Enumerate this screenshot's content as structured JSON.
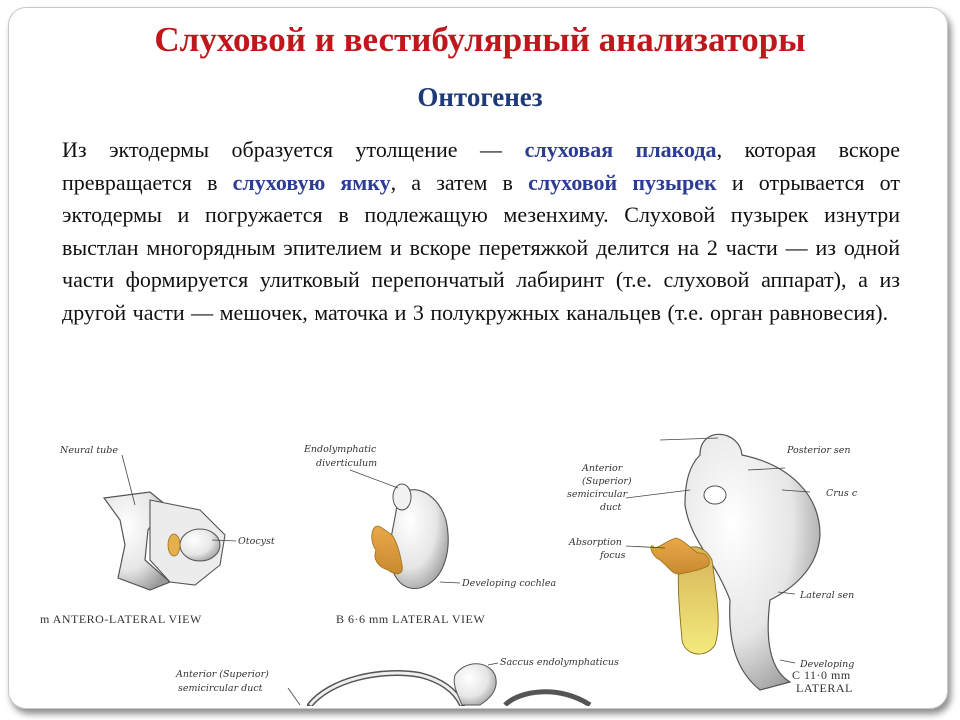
{
  "slide": {
    "title": "Слуховой и вестибулярный анализаторы",
    "subtitle": "Онтогенез",
    "paragraph": {
      "p1": "Из эктодермы образуется утолщение — ",
      "h1": "слуховая плакода",
      "p2": ", которая вскоре превращается в ",
      "h2": "слуховую ямку",
      "p3": ", а затем в ",
      "h3": "слуховой пузырек",
      "p4": " и отрывается от эктодермы и погружается в подлежащую мезенхиму. Слуховой пузырек изнутри выстлан многорядным эпителием и вскоре перетяжкой делится на 2 части — из одной части формируется улитковый перепончатый лабиринт (т.е. слуховой аппарат), а из другой части — мешочек, маточка и 3 полукружных канальцев (т.е. орган равновесия)."
    },
    "highlight_color": "#2e3d94",
    "title_color": "#c0171c",
    "subtitle_color": "#1f3a78"
  },
  "figure": {
    "panel_a": {
      "labels": {
        "neural_tube": "Neural tube",
        "otocyst": "Otocyst"
      },
      "view": "m ANTERO-LATERAL VIEW"
    },
    "panel_b": {
      "labels": {
        "endolymphatic_1": "Endolymphatic",
        "endolymphatic_2": "diverticulum",
        "developing_cochlea": "Developing cochlea"
      },
      "view": "B  6·6 mm LATERAL VIEW"
    },
    "panel_c": {
      "labels": {
        "posterior": "Posterior sen",
        "anterior_1": "Anterior",
        "anterior_2": "(Superior)",
        "anterior_3": "semicircular",
        "anterior_4": "duct",
        "crus": "Crus c",
        "absorption_1": "Absorption",
        "absorption_2": "focus",
        "lateral": "Lateral sen",
        "developing": "Developing"
      },
      "view_1": "C    11·0 mm",
      "view_2": "LATERAL"
    },
    "panel_d": {
      "labels": {
        "anterior_1": "Anterior (Superior)",
        "anterior_2": "semicircular duct",
        "saccus": "Saccus endolymphaticus"
      }
    }
  }
}
